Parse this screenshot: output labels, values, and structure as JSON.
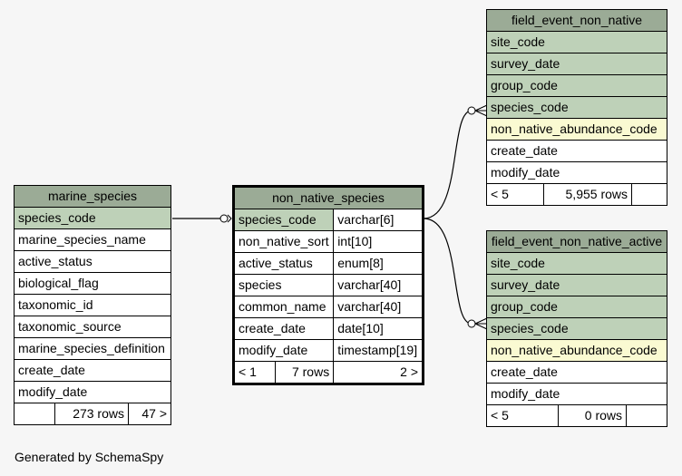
{
  "marine_species": {
    "title": "marine_species",
    "columns": [
      "species_code",
      "marine_species_name",
      "active_status",
      "biological_flag",
      "taxonomic_id",
      "taxonomic_source",
      "marine_species_definition",
      "create_date",
      "modify_date"
    ],
    "footer": {
      "left": "",
      "mid": "273 rows",
      "right": "47 >"
    }
  },
  "non_native_species": {
    "title": "non_native_species",
    "columns": [
      {
        "name": "species_code",
        "type": "varchar[6]"
      },
      {
        "name": "non_native_sort",
        "type": "int[10]"
      },
      {
        "name": "active_status",
        "type": "enum[8]"
      },
      {
        "name": "species",
        "type": "varchar[40]"
      },
      {
        "name": "common_name",
        "type": "varchar[40]"
      },
      {
        "name": "create_date",
        "type": "date[10]"
      },
      {
        "name": "modify_date",
        "type": "timestamp[19]"
      }
    ],
    "footer": {
      "left": "< 1",
      "mid": "7 rows",
      "right": "2 >"
    }
  },
  "field_event_non_native": {
    "title": "field_event_non_native",
    "columns": [
      "site_code",
      "survey_date",
      "group_code",
      "species_code",
      "non_native_abundance_code",
      "create_date",
      "modify_date"
    ],
    "footer": {
      "left": "< 5",
      "mid": "5,955 rows",
      "right": ""
    }
  },
  "field_event_non_native_active": {
    "title": "field_event_non_native_active",
    "columns": [
      "site_code",
      "survey_date",
      "group_code",
      "species_code",
      "non_native_abundance_code",
      "create_date",
      "modify_date"
    ],
    "footer": {
      "left": "< 5",
      "mid": "0 rows",
      "right": ""
    }
  },
  "footer_text": "Generated by SchemaSpy"
}
